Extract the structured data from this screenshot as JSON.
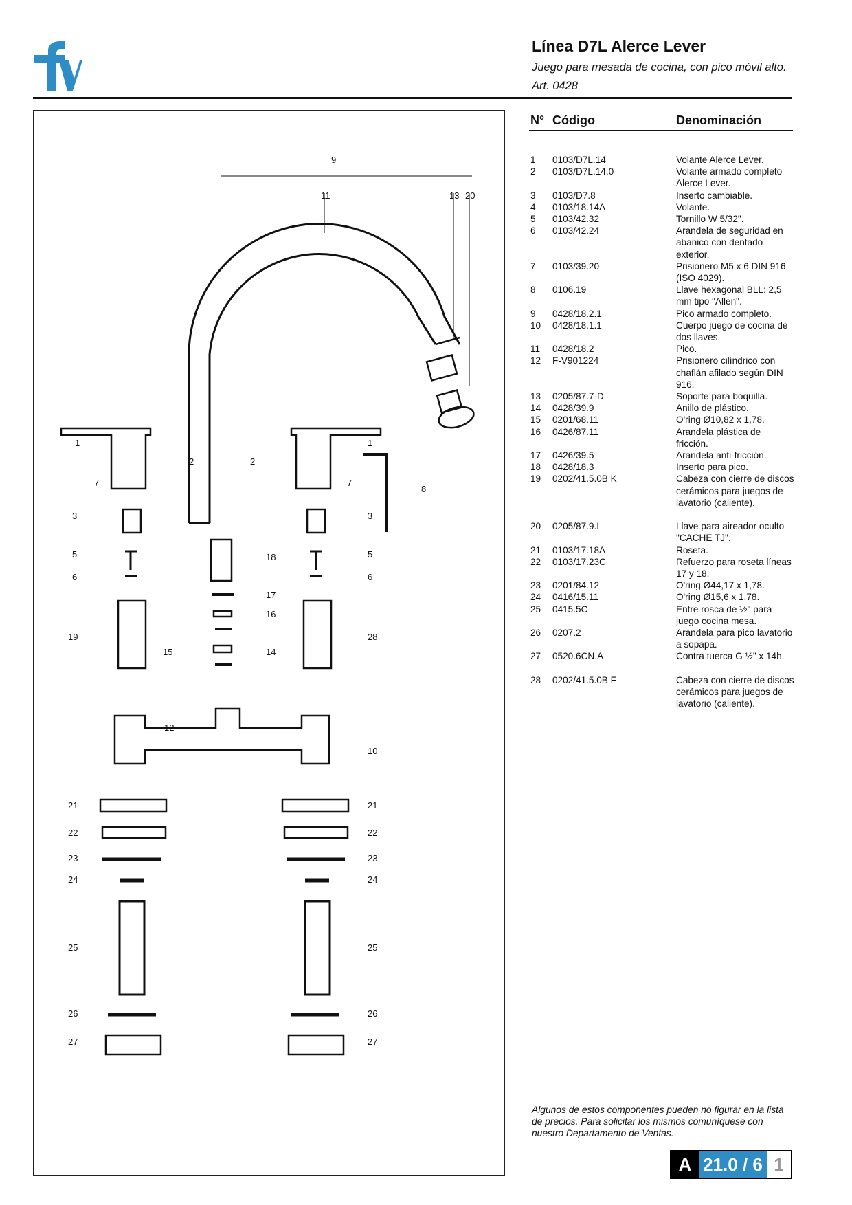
{
  "header": {
    "title": "Línea D7L Alerce Lever",
    "subtitle": "Juego para mesada de cocina, con pico móvil alto.",
    "article": "Art. 0428"
  },
  "brand": {
    "logo_text": "fv",
    "accent_color": "#2f8dc6"
  },
  "table": {
    "col_no": "N°",
    "col_code": "Código",
    "col_name": "Denominación",
    "rows": [
      {
        "no": "1",
        "code": "0103/D7L.14",
        "name": "Volante Alerce Lever."
      },
      {
        "no": "2",
        "code": "0103/D7L.14.0",
        "name": "Volante armado completo Alerce Lever."
      },
      {
        "no": "3",
        "code": "0103/D7.8",
        "name": "Inserto cambiable."
      },
      {
        "no": "4",
        "code": "0103/18.14A",
        "name": "Volante."
      },
      {
        "no": "5",
        "code": "0103/42.32",
        "name": "Tornillo W 5/32\"."
      },
      {
        "no": "6",
        "code": "0103/42.24",
        "name": "Arandela de seguridad en abanico con dentado exterior."
      },
      {
        "no": "7",
        "code": "0103/39.20",
        "name": "Prisionero M5 x 6 DIN 916 (ISO 4029)."
      },
      {
        "no": "8",
        "code": "0106.19",
        "name": "Llave hexagonal BLL: 2,5 mm tipo \"Allen\"."
      },
      {
        "no": "9",
        "code": "0428/18.2.1",
        "name": "Pico armado completo."
      },
      {
        "no": "10",
        "code": "0428/18.1.1",
        "name": "Cuerpo juego de cocina de dos llaves."
      },
      {
        "no": "11",
        "code": "0428/18.2",
        "name": "Pico."
      },
      {
        "no": "12",
        "code": "F-V901224",
        "name": "Prisionero cilíndrico con chaflán afilado según DIN 916."
      },
      {
        "no": "13",
        "code": "0205/87.7-D",
        "name": "Soporte para boquilla."
      },
      {
        "no": "14",
        "code": "0428/39.9",
        "name": "Anillo de plástico."
      },
      {
        "no": "15",
        "code": "0201/68.11",
        "name": "O'ring Ø10,82 x 1,78."
      },
      {
        "no": "16",
        "code": "0426/87.11",
        "name": "Arandela plástica de fricción."
      },
      {
        "no": "17",
        "code": "0426/39.5",
        "name": "Arandela anti-fricción."
      },
      {
        "no": "18",
        "code": "0428/18.3",
        "name": "Inserto para pico."
      },
      {
        "no": "19",
        "code": "0202/41.5.0B K",
        "name": "Cabeza con cierre de discos cerámicos para juegos de lavatorio (caliente)."
      },
      {
        "no": "20",
        "code": "0205/87.9.I",
        "name": "Llave para aireador oculto \"CACHE TJ\"."
      },
      {
        "no": "21",
        "code": "0103/17.18A",
        "name": "Roseta."
      },
      {
        "no": "22",
        "code": "0103/17.23C",
        "name": "Refuerzo para roseta líneas 17 y 18."
      },
      {
        "no": "23",
        "code": "0201/84.12",
        "name": "O'ring Ø44,17 x 1,78."
      },
      {
        "no": "24",
        "code": "0416/15.11",
        "name": "O'ring Ø15,6 x 1,78."
      },
      {
        "no": "25",
        "code": "0415.5C",
        "name": "Entre rosca de ½\" para juego cocina mesa."
      },
      {
        "no": "26",
        "code": "0207.2",
        "name": "Arandela para pico lavatorio a sopapa."
      },
      {
        "no": "27",
        "code": "0520.6CN.A",
        "name": "Contra tuerca G ½\" x 14h."
      },
      {
        "no": "28",
        "code": "0202/41.5.0B F",
        "name": "Cabeza con cierre de discos cerámicos para juegos de lavatorio (caliente)."
      }
    ]
  },
  "diagram": {
    "labels": [
      "9",
      "11",
      "13",
      "20",
      "1",
      "7",
      "2",
      "2",
      "1",
      "7",
      "8",
      "3",
      "3",
      "5",
      "5",
      "6",
      "6",
      "18",
      "17",
      "16",
      "15",
      "14",
      "19",
      "28",
      "12",
      "10",
      "21",
      "21",
      "22",
      "22",
      "23",
      "23",
      "24",
      "24",
      "25",
      "25",
      "26",
      "26",
      "27",
      "27"
    ]
  },
  "footnote": "Algunos de estos componentes pueden no figurar en la lista de precios. Para solicitar los mismos comuníquese con nuestro Departamento de Ventas.",
  "page_marker": {
    "section": "A",
    "number": "21.0 / 6",
    "page": "1"
  }
}
